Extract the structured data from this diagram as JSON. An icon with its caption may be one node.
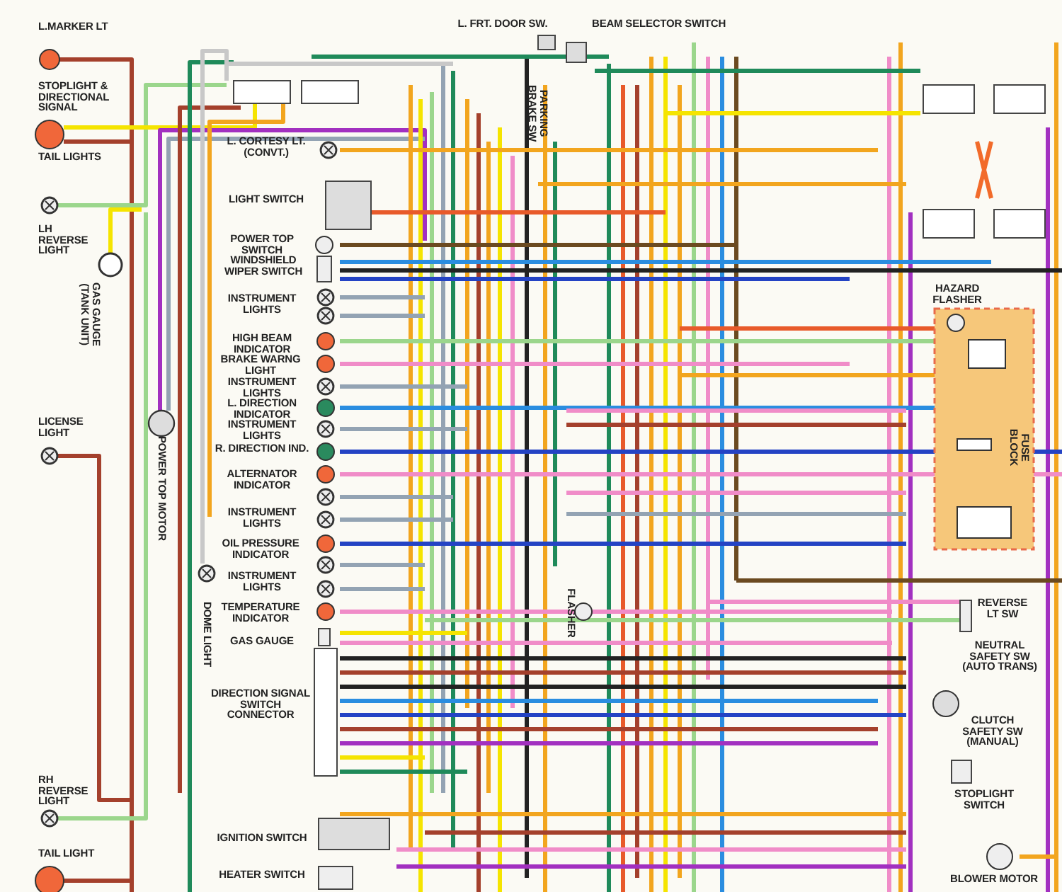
{
  "diagram": {
    "labels": [
      "L.MARKER LT",
      "L. FRT. DOOR SW.",
      "BEAM SELECTOR SWITCH",
      "STOPLIGHT & DIRECTIONAL SIGNAL",
      "PARKING BRAKE SW",
      "TAIL LIGHTS",
      "L. CORTESY LT. (CONVT.)",
      "LIGHT SWITCH",
      "LH REVERSE LIGHT",
      "POWER TOP SWITCH",
      "WINDSHIELD WIPER SWITCH",
      "GAS GAUGE (TANK UNIT)",
      "INSTRUMENT LIGHTS",
      "HAZARD FLASHER",
      "HIGH BEAM INDICATOR",
      "BRAKE WARNG LIGHT",
      "INSTRUMENT LIGHTS",
      "L. DIRECTION INDICATOR",
      "LICENSE LIGHT",
      "INSTRUMENT LIGHTS",
      "FUSE BLOCK",
      "R. DIRECTION IND.",
      "POWER TOP MOTOR",
      "ALTERNATOR INDICATOR",
      "INSTRUMENT LIGHTS",
      "OIL PRESSURE INDICATOR",
      "INSTRUMENT LIGHTS",
      "DOME LIGHT",
      "TEMPERATURE INDICATOR",
      "FLASHER",
      "REVERSE LT SW",
      "GAS GAUGE",
      "NEUTRAL SAFETY SW (AUTO TRANS)",
      "DIRECTION SIGNAL SWITCH CONNECTOR",
      "CLUTCH SAFETY SW (MANUAL)",
      "STOPLIGHT SWITCH",
      "RH REVERSE LIGHT",
      "IGNITION SWITCH",
      "TAIL LIGHT",
      "HEATER SWITCH",
      "BLOWER MOTOR"
    ]
  }
}
